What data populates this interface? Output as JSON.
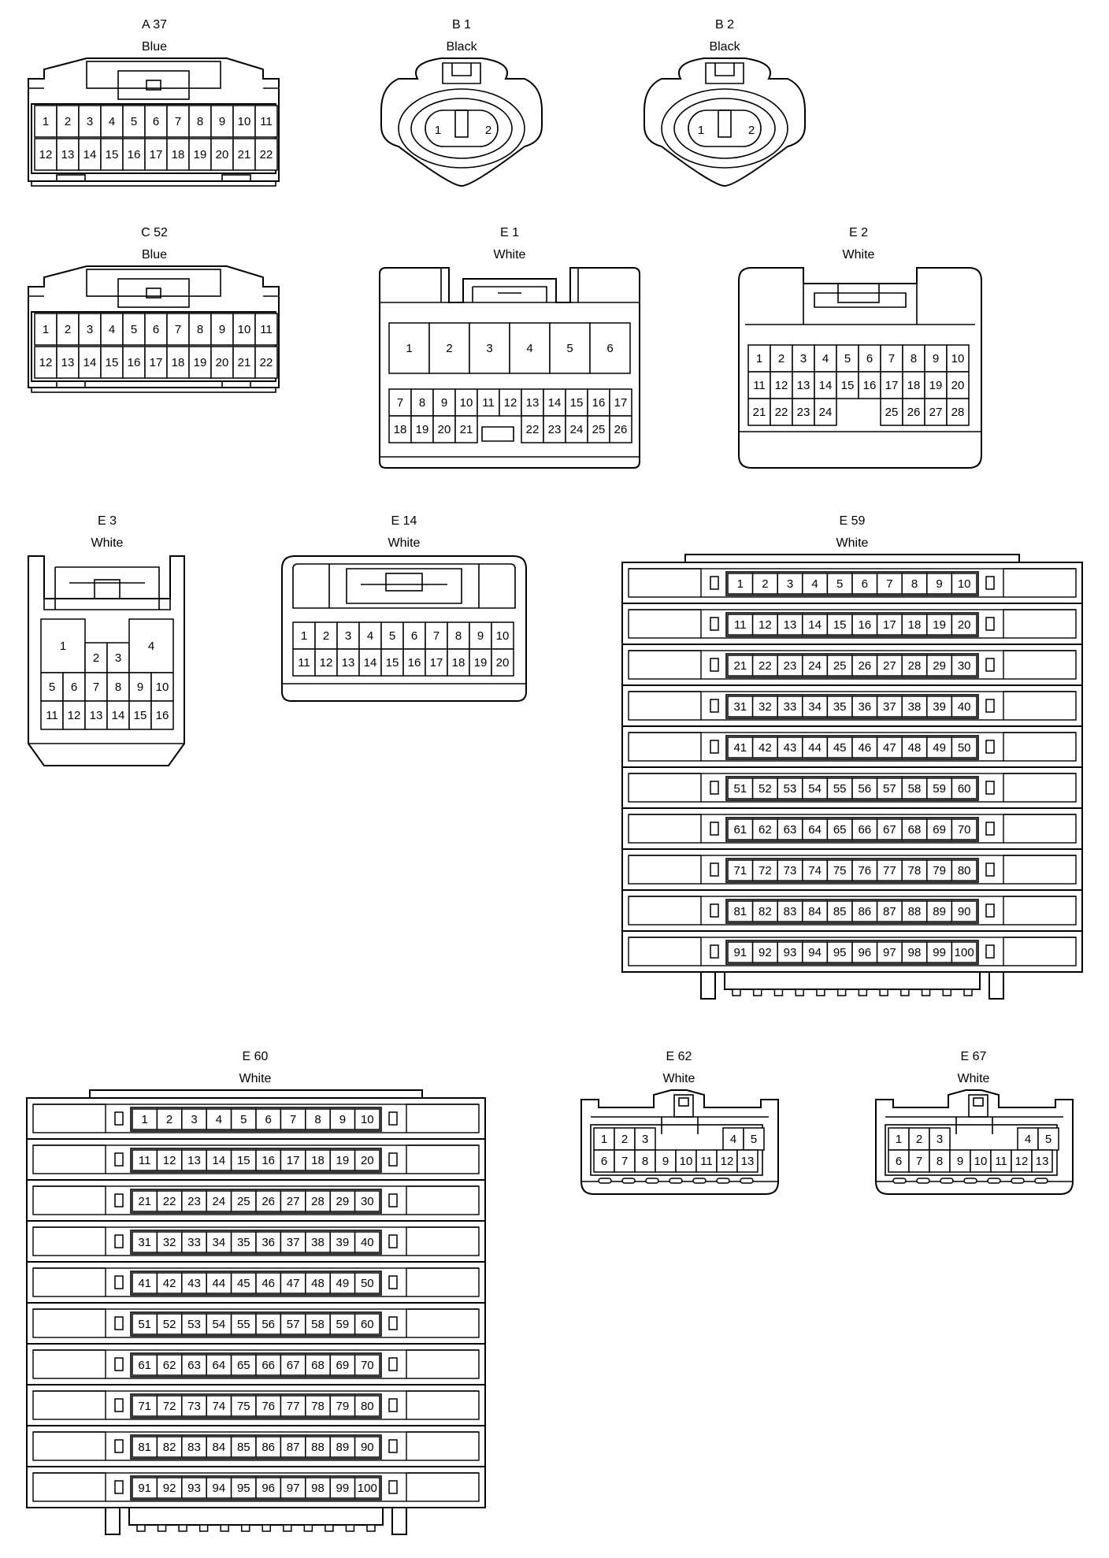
{
  "connectors": [
    {
      "id": "A 37",
      "color": "Blue"
    },
    {
      "id": "B 1",
      "color": "Black"
    },
    {
      "id": "B 2",
      "color": "Black"
    },
    {
      "id": "C 52",
      "color": "Blue"
    },
    {
      "id": "E 1",
      "color": "White"
    },
    {
      "id": "E 2",
      "color": "White"
    },
    {
      "id": "E 3",
      "color": "White"
    },
    {
      "id": "E 14",
      "color": "White"
    },
    {
      "id": "E 59",
      "color": "White"
    },
    {
      "id": "E 60",
      "color": "White"
    },
    {
      "id": "E 62",
      "color": "White"
    },
    {
      "id": "E 67",
      "color": "White"
    }
  ]
}
